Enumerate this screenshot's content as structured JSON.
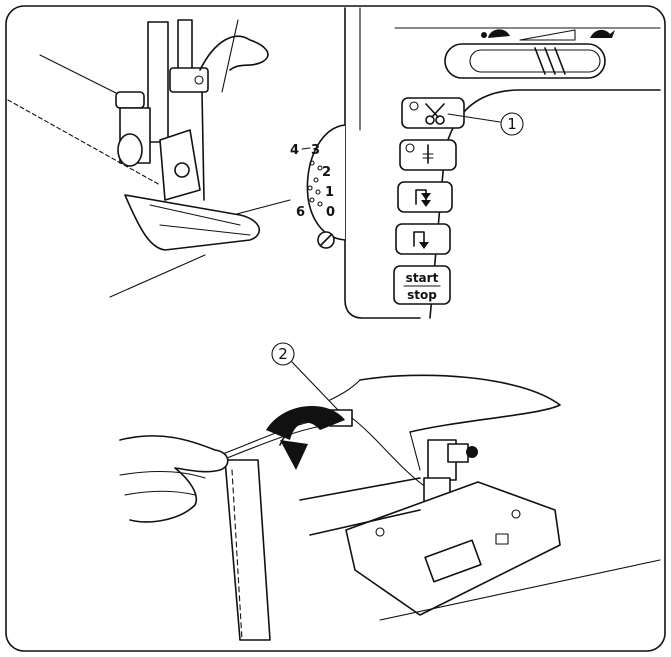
{
  "callouts": [
    {
      "id": "1",
      "label": "1"
    },
    {
      "id": "2",
      "label": "2"
    }
  ],
  "buttons": {
    "thread_cutter": {
      "icon": "scissors-icon"
    },
    "needle_up_down": {
      "icon": "needle-icon"
    },
    "reverse": {
      "icon": "reverse-arrow-icon"
    },
    "lock_stitch": {
      "icon": "lock-stitch-arrow-icon"
    },
    "start_stop": {
      "line1": "start",
      "line2": "stop"
    }
  },
  "speed_slider": {
    "slow_icon": "turtle-icon",
    "fast_icon": "rabbit-icon"
  },
  "dial": {
    "numbers": [
      "4",
      "3",
      "2",
      "1",
      "0",
      "6"
    ]
  },
  "colors": {
    "line": "#111111",
    "background": "#ffffff"
  }
}
